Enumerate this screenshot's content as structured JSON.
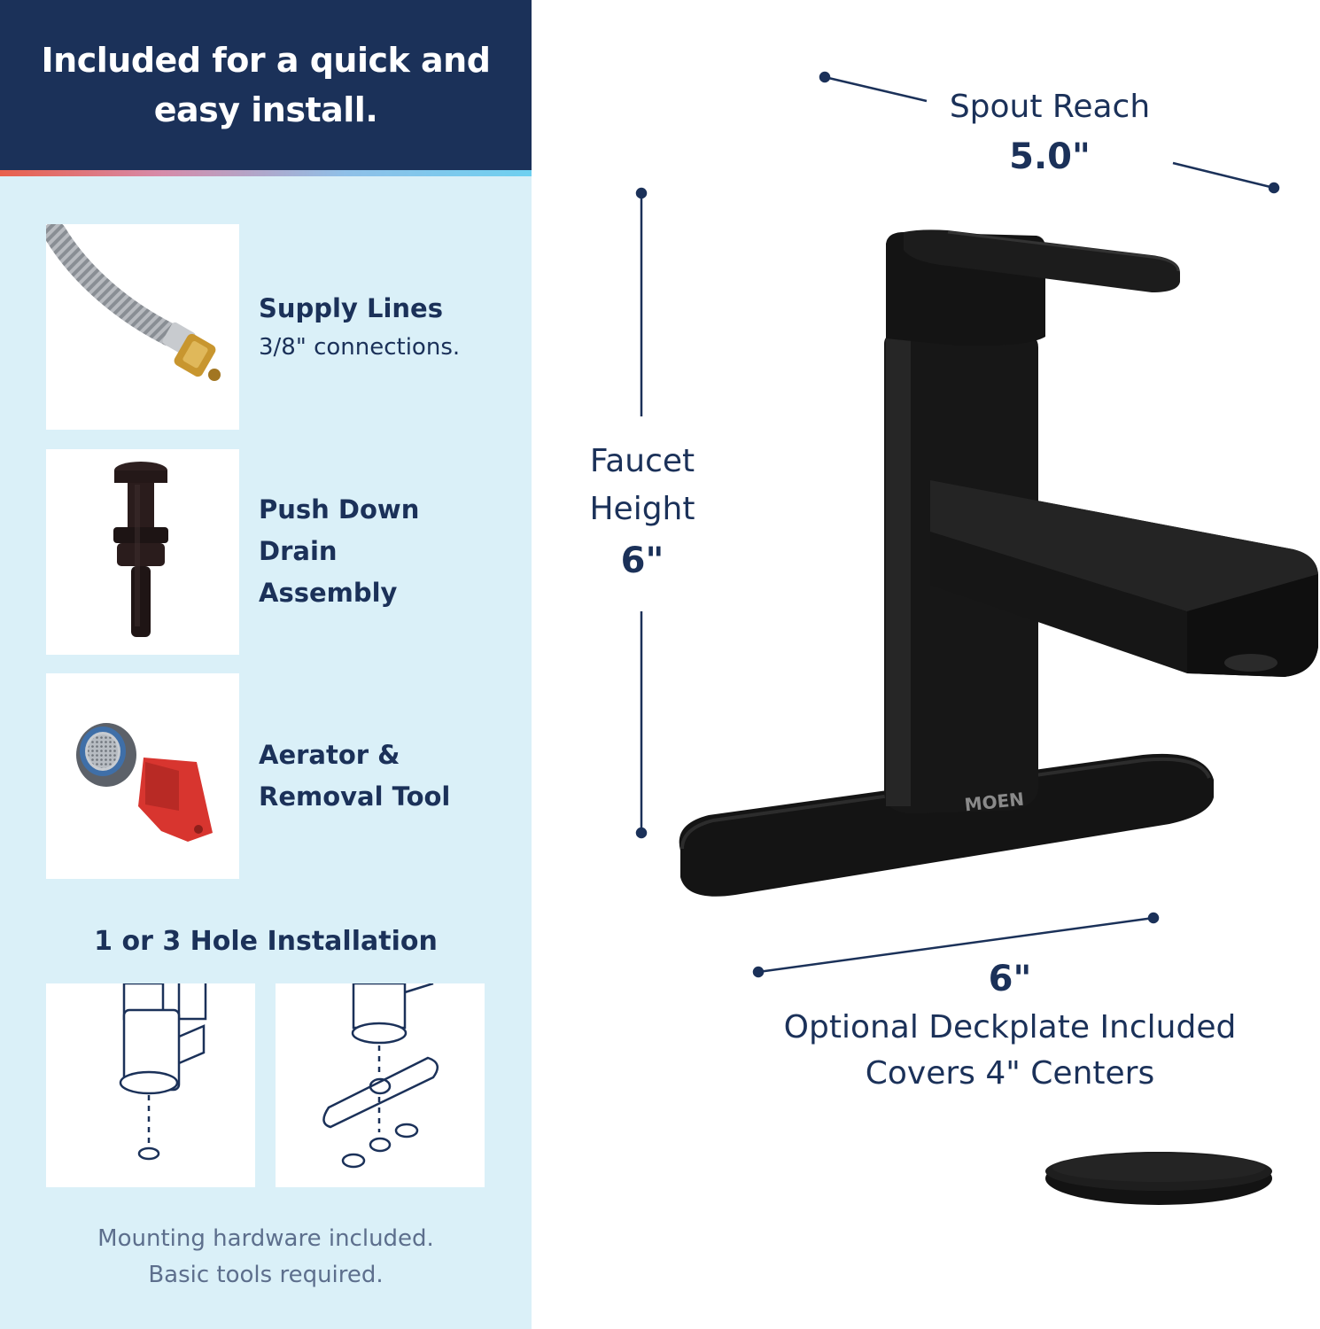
{
  "header": {
    "title": "Included for a quick and easy install."
  },
  "items": [
    {
      "title": "Supply Lines",
      "subtitle": "3/8\" connections.",
      "icon": "supply-line-hose"
    },
    {
      "title": "Push Down\nDrain\nAssembly",
      "subtitle": "",
      "icon": "push-down-drain"
    },
    {
      "title": "Aerator &\nRemoval Tool",
      "subtitle": "",
      "icon": "aerator-tool"
    }
  ],
  "installation": {
    "title": "1 or 3 Hole Installation",
    "footnote_line1": "Mounting hardware included.",
    "footnote_line2": "Basic tools required."
  },
  "dimensions": {
    "spout_reach_label": "Spout Reach",
    "spout_reach_value": "5.0\"",
    "faucet_height_label_line1": "Faucet",
    "faucet_height_label_line2": "Height",
    "faucet_height_value": "6\"",
    "deckplate_value": "6\"",
    "deckplate_line1": "Optional Deckplate Included",
    "deckplate_line2": "Covers 4\" Centers"
  },
  "product": {
    "brand_mark": "MOEN"
  },
  "colors": {
    "navy": "#1b3159",
    "light_blue": "#daf0f8",
    "faucet_black": "#1a1a1a"
  }
}
